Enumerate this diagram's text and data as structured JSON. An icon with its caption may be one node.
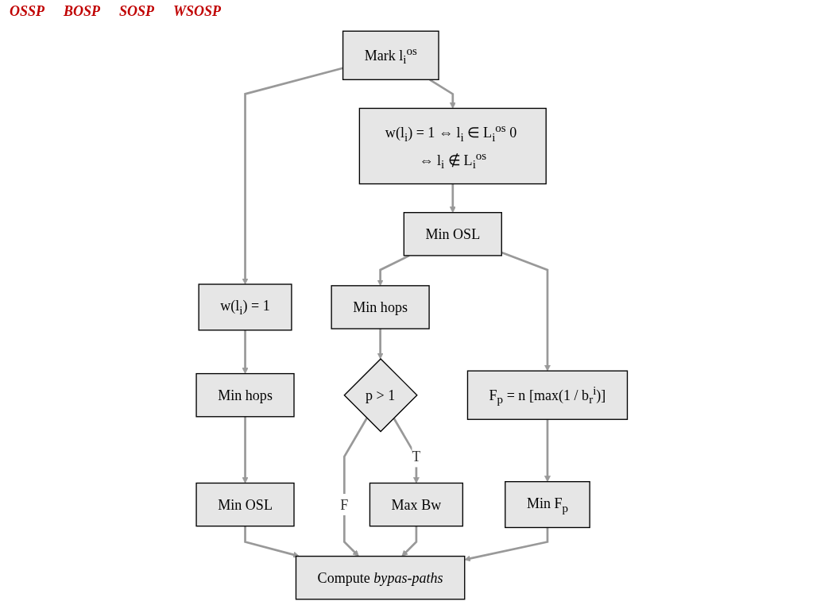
{
  "diagram": {
    "nodes": [
      {
        "text": [
          "Mark l$_{i}$$^{os}$"
        ]
      },
      {
        "text": [
          "w(l$_{i}$) = 1"
        ]
      },
      {
        "text": [
          "w(l$_{i}$) = 1 ⇔ l$_{i}$ ∈ L$_{i}$$^{os}$ 0 ⇔ l$_{i}$ ∉ L$_{i}$$^{os}$"
        ]
      },
      {
        "text": [
          "Min hops"
        ]
      },
      {
        "text": [
          "Min OSL"
        ]
      },
      {
        "text": [
          "Min OSL"
        ]
      },
      {
        "text": [
          "Min hops"
        ]
      },
      {
        "text": [
          "F$_{p}$ = n [max(1 / b$_{r}$$^{i}$)]"
        ]
      },
      {
        "text": [
          "p > 1"
        ]
      },
      {
        "text": [
          "Min F$_{p}$"
        ]
      },
      {
        "text": [
          "Max Bw"
        ]
      },
      {
        "text": [
          "Compute *bypas-paths*"
        ]
      }
    ],
    "edges": [
      {
        "from": 0,
        "to": 1,
        "arrow": "to"
      },
      {
        "from": 0,
        "to": 2,
        "arrow": "to"
      },
      {
        "from": 1,
        "to": 3,
        "arrow": "to"
      },
      {
        "from": 3,
        "to": 5,
        "arrow": "to"
      },
      {
        "from": 2,
        "to": 4,
        "arrow": "to"
      },
      {
        "from": 4,
        "to": 6,
        "arrow": "to"
      },
      {
        "from": 4,
        "to": 7,
        "arrow": "to"
      },
      {
        "from": 6,
        "to": 8,
        "arrow": "to"
      },
      {
        "from": 8,
        "to": 11,
        "arrow": "to",
        "label": "F"
      },
      {
        "from": 8,
        "to": 10,
        "arrow": "to",
        "label": "T"
      },
      {
        "from": 7,
        "to": 9,
        "arrow": "to"
      },
      {
        "from": 5,
        "to": 11,
        "arrow": "to"
      },
      {
        "from": 10,
        "to": 11,
        "arrow": "to"
      },
      {
        "from": 9,
        "to": 11,
        "arrow": "to"
      }
    ],
    "labels": [
      "OSSP",
      "BOSP",
      "SOSP",
      "WSOSP"
    ]
  }
}
